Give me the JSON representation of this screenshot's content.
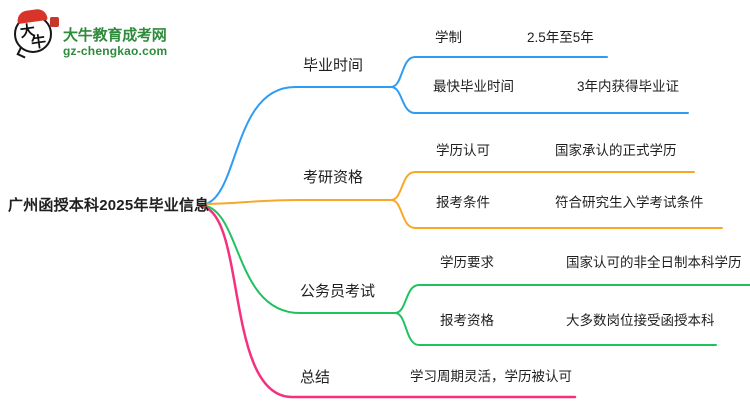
{
  "logo": {
    "title": "大牛教育成考网",
    "domain": "gz-chengkao.com",
    "bubble_char_1": "大",
    "bubble_char_2": "牛",
    "brand_green": "#2e8b3c",
    "seal_red": "#d7342a"
  },
  "mindmap": {
    "background": "#ffffff",
    "text_color": "#1f1f1f",
    "root": {
      "label": "广州函授本科2025年毕业信息"
    },
    "branches": [
      {
        "label": "毕业时间",
        "color": "#2f9cf3",
        "children": [
          {
            "label": "学制",
            "value": "2.5年至5年"
          },
          {
            "label": "最快毕业时间",
            "value": "3年内获得毕业证"
          }
        ]
      },
      {
        "label": "考研资格",
        "color": "#f7a829",
        "children": [
          {
            "label": "学历认可",
            "value": "国家承认的正式学历"
          },
          {
            "label": "报考条件",
            "value": "符合研究生入学考试条件"
          }
        ]
      },
      {
        "label": "公务员考试",
        "color": "#1fc25f",
        "children": [
          {
            "label": "学历要求",
            "value": "国家认可的非全日制本科学历"
          },
          {
            "label": "报考资格",
            "value": "大多数岗位接受函授本科"
          }
        ]
      },
      {
        "label": "总结",
        "color": "#f5317f",
        "children": [
          {
            "label": "学习周期灵活，学历被认可"
          }
        ]
      }
    ]
  }
}
